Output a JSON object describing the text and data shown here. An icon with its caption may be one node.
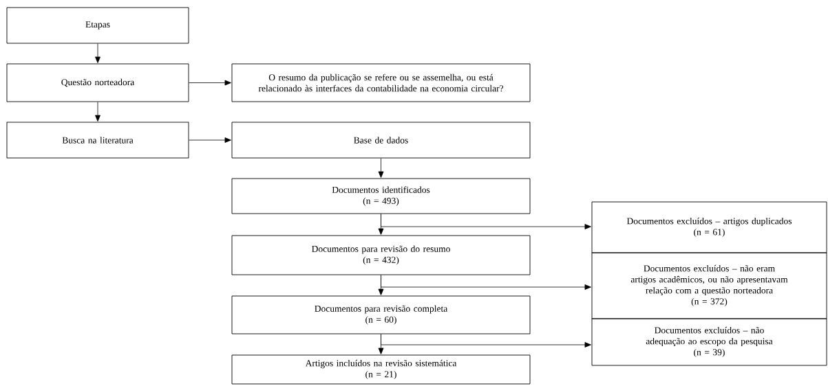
{
  "diagram": {
    "nodes": [
      {
        "text": [
          "Etapas"
        ]
      },
      {
        "text": [
          "Questão norteadora"
        ]
      },
      {
        "text": [
          "O resumo da publicação se refere ou se assemelha, ou está relacionado às interfaces da contabilidade na economia circular?"
        ]
      },
      {
        "text": [
          "Busca na literatura"
        ]
      },
      {
        "text": [
          "Base de dados"
        ]
      },
      {
        "text": [
          "Documentos identificados",
          "(n = 493)"
        ]
      },
      {
        "text": [
          "Documentos para revisão do resumo",
          "(n = 432)"
        ]
      },
      {
        "text": [
          "Documentos para revisão completa",
          "(n = 60)"
        ]
      },
      {
        "text": [
          "Artigos incluídos na revisão sistemática",
          "(n = 21)"
        ]
      },
      {
        "text": [
          "Documentos excluídos – artigos duplicados",
          "(n = 61)"
        ]
      },
      {
        "text": [
          "Documentos excluídos – não eram artigos acadêmicos, ou não apresentavam relação com a questão norteadora",
          "(n = 372)"
        ]
      },
      {
        "text": [
          "Documentos excluídos – não adequação ao escopo da pesquisa",
          "(n = 39)"
        ]
      }
    ],
    "edges": [
      {
        "from": 0,
        "to": 1,
        "arrow": "to"
      },
      {
        "from": 1,
        "to": 2,
        "arrow": "to"
      },
      {
        "from": 1,
        "to": 3,
        "arrow": "to"
      },
      {
        "from": 3,
        "to": 4,
        "arrow": "to"
      },
      {
        "from": 4,
        "to": 5,
        "arrow": "to"
      },
      {
        "from": 5,
        "to": 6,
        "arrow": "to"
      },
      {
        "from": 5,
        "to": 9,
        "arrow": "to"
      },
      {
        "from": 6,
        "to": 7,
        "arrow": "to"
      },
      {
        "from": 6,
        "to": 10,
        "arrow": "to"
      },
      {
        "from": 7,
        "to": 8,
        "arrow": "to"
      },
      {
        "from": 7,
        "to": 11,
        "arrow": "to"
      }
    ]
  }
}
